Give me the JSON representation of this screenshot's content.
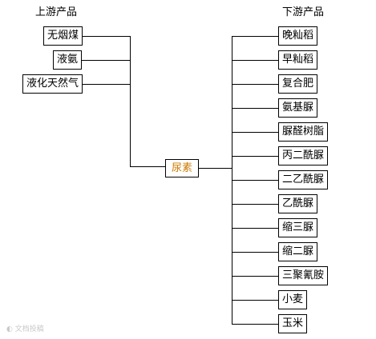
{
  "upstream_header": "上游产品",
  "downstream_header": "下游产品",
  "upstream": [
    "无烟煤",
    "液氨",
    "液化天然气"
  ],
  "center": {
    "label": "尿素",
    "color": "#cc7a00"
  },
  "downstream": [
    "晚籼稻",
    "早籼稻",
    "复合肥",
    "氨基脲",
    "脲醛树脂",
    "丙二酰脲",
    "二乙酰脲",
    "乙酰脲",
    "缩三脲",
    "缩二脲",
    "三聚氰胺",
    "小麦",
    "玉米"
  ],
  "watermark": "文档投稿"
}
